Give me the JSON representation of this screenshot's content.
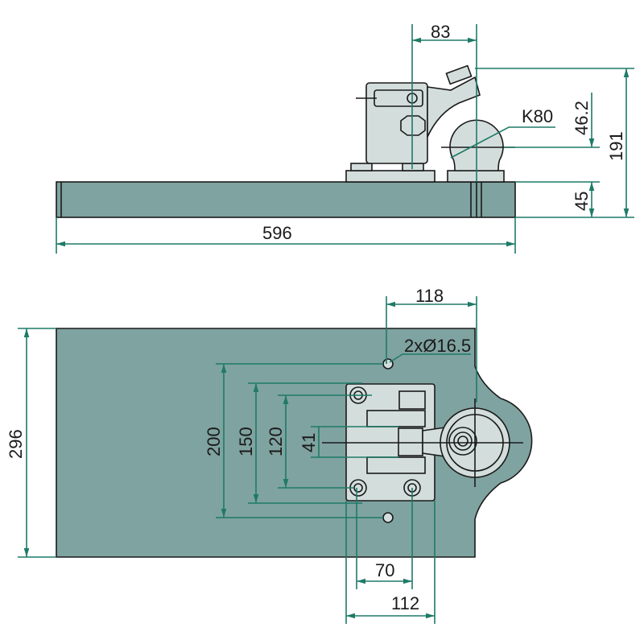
{
  "colors": {
    "plate": "#7fa3a0",
    "part": "#d3dedc",
    "dimension": "#1f7a68",
    "outline": "#1a1a1a"
  },
  "side_view": {
    "dims": {
      "offset_83": "83",
      "height_191": "191",
      "ball_height_46_2": "46.2",
      "plate_thickness_45": "45",
      "length_596": "596",
      "ball_size": "K80"
    }
  },
  "top_view": {
    "dims": {
      "offset_118": "118",
      "holes": "2xØ16.5",
      "width_296": "296",
      "spacing_200": "200",
      "spacing_150": "150",
      "spacing_120": "120",
      "spacing_41": "41",
      "spacing_70": "70",
      "spacing_112": "112"
    }
  }
}
